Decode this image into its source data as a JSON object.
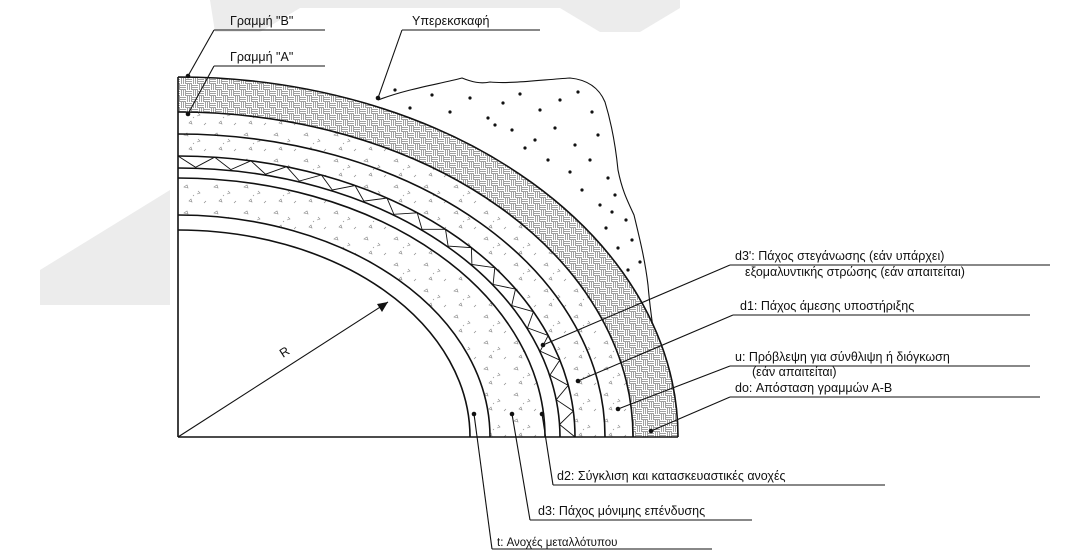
{
  "labels": {
    "line_b": "Γραμμή \"Β\"",
    "line_a": "Γραμμή \"Α\"",
    "overbreak": "Υπερεκσκαφή",
    "d3p_line1": "d3': Πάχος στεγάνωσης (εάν υπάρχει)",
    "d3p_line2": "εξομαλυντικής στρώσης (εάν απαιτείται)",
    "d1": "d1: Πάχος άμεσης υποστήριξης",
    "u_line1": "u: Πρόβλεψη για σύνθλιψη ή διόγκωση",
    "u_line2": "(εάν απαιτείται)",
    "do": "do: Απόσταση γραμμών Α-Β",
    "d2": "d2: Σύγκλιση και κατασκευαστικές ανοχές",
    "d3": "d3: Πάχος μόνιμης επένδυσης",
    "t": "t: Ανοχές μεταλλότυπου",
    "radius": "R"
  },
  "colors": {
    "line": "#111111",
    "watermark": "#ececec",
    "background": "#ffffff"
  }
}
